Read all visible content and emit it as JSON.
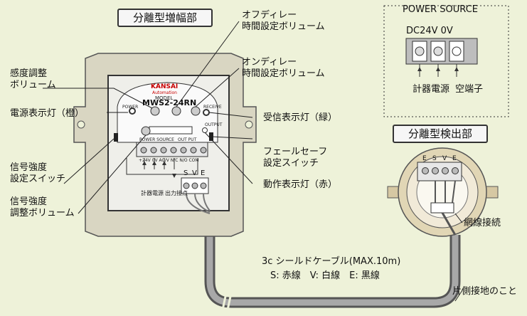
{
  "amp_title": "分離型増幅部",
  "sensor_title": "分離型検出部",
  "power_source": {
    "title": "POWER SOURCE",
    "voltage": "DC24V 0V",
    "power_label": "計器電源",
    "empty_label": "空端子"
  },
  "callouts": {
    "off_delay": [
      "オフディレー",
      "時間設定ボリューム"
    ],
    "on_delay": [
      "オンディレー",
      "時間設定ボリューム"
    ],
    "sensitivity": [
      "感度調整",
      "ボリューム"
    ],
    "power_lamp": "電源表示灯（橙）",
    "receive_lamp": "受信表示灯（緑）",
    "failsafe": [
      "フェールセーフ",
      "設定スイッチ"
    ],
    "signal_switch": [
      "信号強度",
      "設定スイッチ"
    ],
    "op_lamp": "動作表示灯（赤）",
    "signal_volume": [
      "信号強度",
      "調整ボリューム"
    ],
    "net_connection": "網線接続",
    "ground": "片側接地のこと"
  },
  "cable": {
    "line1": "3c シールドケーブル(MAX.10m)",
    "line2": "S: 赤線　V: 白線　E: 黒線"
  },
  "panel": {
    "brand": "KANSAI",
    "brand_sub": "Automation",
    "model_label": "MODEL",
    "model": "MWS2-24RN",
    "power_label": "POWER",
    "receive_label": "RECEIVE",
    "output_label": "OUTPUT",
    "power_source_small": "POWER SOURCE",
    "out_put_small": "OUT PUT",
    "terminal_labels": "+24V 0V AC/V N/C N/O COM",
    "power_under": "計器電源",
    "output_under": "出力接点",
    "sve": [
      "S",
      "V",
      "E"
    ]
  },
  "sensor_terminals": [
    "E",
    "S",
    "V",
    "E"
  ]
}
